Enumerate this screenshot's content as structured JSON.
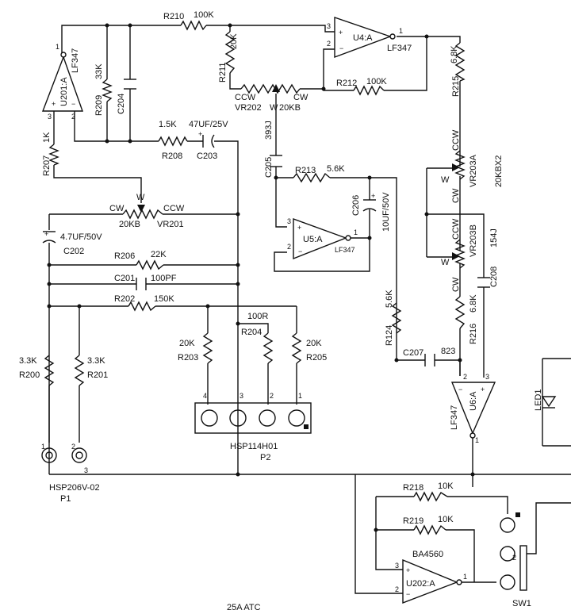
{
  "opamps": {
    "u4a": {
      "ref": "U4:A",
      "part": "LF347",
      "pin_plus": "3",
      "pin_minus": "2",
      "pin_out": "1"
    },
    "u5a": {
      "ref": "U5:A",
      "part": "LF347",
      "pin_plus": "3",
      "pin_minus": "2",
      "pin_out": "1"
    },
    "u201a": {
      "ref": "U201:A",
      "part": "LF347",
      "pin_plus": "3",
      "pin_minus": "2",
      "pin_out": "1"
    },
    "u6a": {
      "ref": "U6:A",
      "part": "LF347",
      "pin_plus": "3",
      "pin_minus": "2",
      "pin_out": "1"
    },
    "u202a": {
      "ref": "U202:A",
      "part": "BA4560",
      "pin_plus": "3",
      "pin_minus": "2",
      "pin_out": "1"
    }
  },
  "resistors": {
    "r210": {
      "ref": "R210",
      "value": "100K"
    },
    "r211": {
      "ref": "R211",
      "value": "20K"
    },
    "r212": {
      "ref": "R212",
      "value": "100K"
    },
    "r215": {
      "ref": "R215",
      "value": "6.8K"
    },
    "r209": {
      "ref": "R209",
      "value": "33K"
    },
    "r207": {
      "ref": "R207",
      "value": "1K"
    },
    "r208": {
      "ref": "R208",
      "value": "1.5K"
    },
    "r213": {
      "ref": "R213",
      "value": "5.6K"
    },
    "r206": {
      "ref": "R206",
      "value": "22K"
    },
    "r202": {
      "ref": "R202",
      "value": "150K"
    },
    "r200": {
      "ref": "R200",
      "value": "3.3K"
    },
    "r201": {
      "ref": "R201",
      "value": "3.3K"
    },
    "r203": {
      "ref": "R203",
      "value": "20K"
    },
    "r204": {
      "ref": "R204",
      "value": "100R"
    },
    "r205": {
      "ref": "R205",
      "value": "20K"
    },
    "r124": {
      "ref": "R124",
      "value": "5.6K"
    },
    "r216": {
      "ref": "R216",
      "value": "6.8K"
    },
    "r218": {
      "ref": "R218",
      "value": "10K"
    },
    "r219": {
      "ref": "R219",
      "value": "10K"
    }
  },
  "capacitors": {
    "c204": {
      "ref": "C204"
    },
    "c203": {
      "ref": "C203",
      "value": "47UF/25V"
    },
    "c205": {
      "ref": "C205",
      "value": "393J"
    },
    "c206": {
      "ref": "C206",
      "value": "10UF/50V"
    },
    "c202": {
      "ref": "C202",
      "value": "4.7UF/50V"
    },
    "c201": {
      "ref": "C201",
      "value": "100PF"
    },
    "c207": {
      "ref": "C207",
      "value": "823"
    },
    "c208": {
      "ref": "C208",
      "value": "154J"
    }
  },
  "pots": {
    "vr202": {
      "ref": "VR202",
      "value": "20KB",
      "cw": "CW",
      "ccw": "CCW",
      "wiper": "W"
    },
    "vr201": {
      "ref": "VR201",
      "value": "20KB",
      "cw": "CW",
      "ccw": "CCW",
      "wiper": "W"
    },
    "vr203a": {
      "ref": "VR203A",
      "cw": "CW",
      "ccw": "CCW",
      "wiper": "W"
    },
    "vr203b": {
      "ref": "VR203B",
      "cw": "CW",
      "ccw": "CCW",
      "wiper": "W"
    },
    "vr203_value": "20KBX2"
  },
  "connectors": {
    "p2": {
      "part": "HSP114H01",
      "ref": "P2",
      "pins": [
        "4",
        "3",
        "2",
        "1"
      ]
    },
    "p1": {
      "part": "HSP206V-02",
      "ref": "P1",
      "pins": [
        "1",
        "2",
        "3"
      ]
    }
  },
  "misc": {
    "led": "LED1",
    "switch": "SW1",
    "switch_pin": "2",
    "bottom_text": "25A ATC"
  }
}
